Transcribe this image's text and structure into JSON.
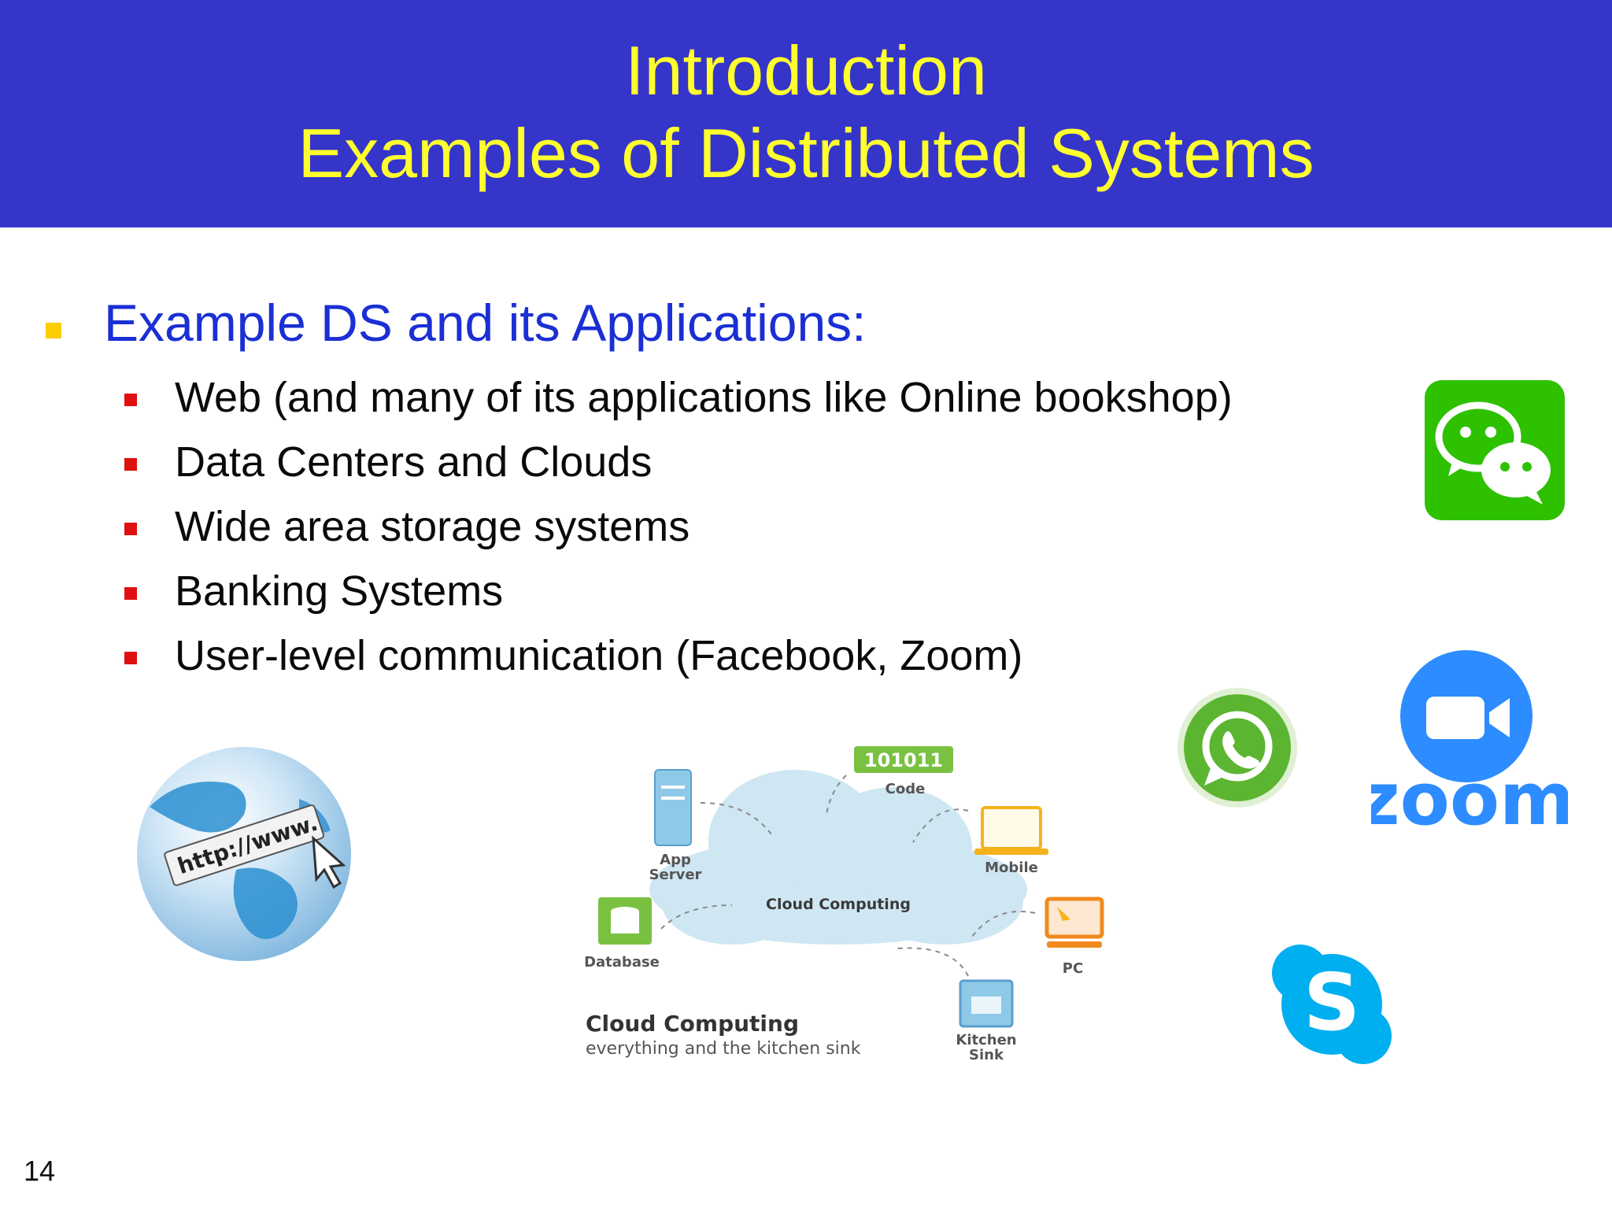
{
  "slide": {
    "title_line1": "Introduction",
    "title_line2": "Examples of Distributed Systems",
    "heading": "Example DS and its Applications:",
    "bullets": [
      "Web (and many of its applications like Online bookshop)",
      "Data Centers and Clouds",
      "Wide area storage systems",
      "Banking Systems",
      "User-level communication (Facebook, Zoom)"
    ],
    "page_number": "14"
  },
  "globe": {
    "url_text": "http://www."
  },
  "cloud_diagram": {
    "center_label": "Cloud Computing",
    "code_badge": "101011",
    "code_label": "Code",
    "app_server_line1": "App",
    "app_server_line2": "Server",
    "mobile_label": "Mobile",
    "database_label": "Database",
    "pc_label": "PC",
    "kitchen_line1": "Kitchen",
    "kitchen_line2": "Sink",
    "caption_title": "Cloud Computing",
    "caption_sub": "everything and the kitchen sink"
  },
  "logos": {
    "zoom_text": "zoom",
    "skype_letter": "S"
  },
  "colors": {
    "header_bg": "#3535c9",
    "title_text": "#ffff2e",
    "heading_text": "#1a2fd4",
    "heading_bullet": "#ffcc00",
    "sub_bullet": "#e01010",
    "wechat_green": "#2dc100",
    "zoom_blue": "#2d8cff",
    "skype_blue": "#00aff0",
    "whatsapp_green": "#5cb531"
  }
}
